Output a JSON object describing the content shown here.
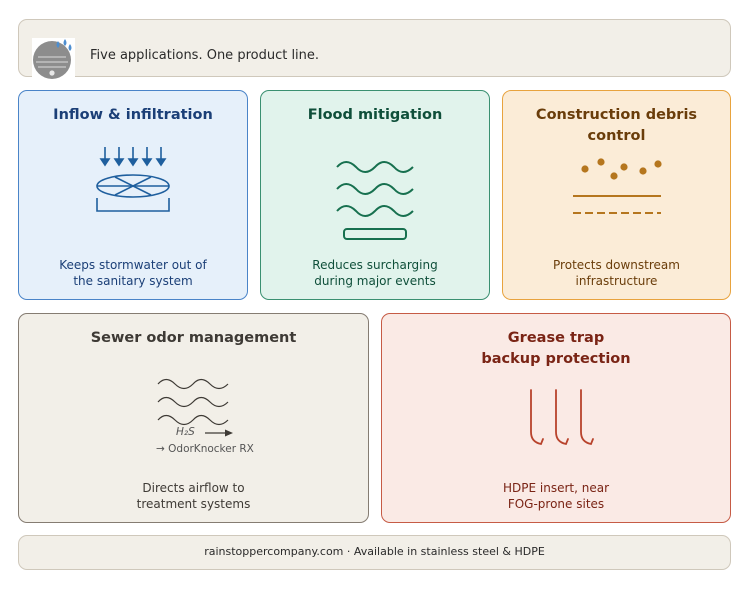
{
  "header": {
    "tagline": "Five applications. One product line."
  },
  "cards": [
    {
      "title_lines": [
        "Inflow & infiltration"
      ],
      "desc_lines": [
        "Keeps stormwater out of",
        "the sanitary system"
      ],
      "title_color": "#1b3f77",
      "desc_color": "#1b3f77",
      "icon": "inflow-cover-icon"
    },
    {
      "title_lines": [
        "Flood mitigation"
      ],
      "desc_lines": [
        "Reduces surcharging",
        "during major events"
      ],
      "title_color": "#0f4f3a",
      "desc_color": "#0f4f3a",
      "icon": "flood-waves-icon"
    },
    {
      "title_lines": [
        "Construction debris",
        "control"
      ],
      "desc_lines": [
        "Protects downstream",
        "infrastructure"
      ],
      "title_color": "#6a3d0a",
      "desc_color": "#6a3d0a",
      "icon": "debris-particles-icon"
    },
    {
      "title_lines": [
        "Sewer odor management"
      ],
      "desc_lines": [
        "Directs airflow to",
        "treatment systems"
      ],
      "title_color": "#3e3a35",
      "desc_color": "#3e3a35",
      "icon": "odor-waves-icon",
      "formula": "H₂S",
      "product_note": "→ OdorKnocker RX"
    },
    {
      "title_lines": [
        "Grease trap",
        "backup protection"
      ],
      "desc_lines": [
        "HDPE insert, near",
        "FOG-prone sites"
      ],
      "title_color": "#7a2415",
      "desc_color": "#7a2415",
      "icon": "grease-drips-icon"
    }
  ],
  "footer": {
    "text": "rainstoppercompany.com  ·  Available in stainless steel & HDPE"
  }
}
